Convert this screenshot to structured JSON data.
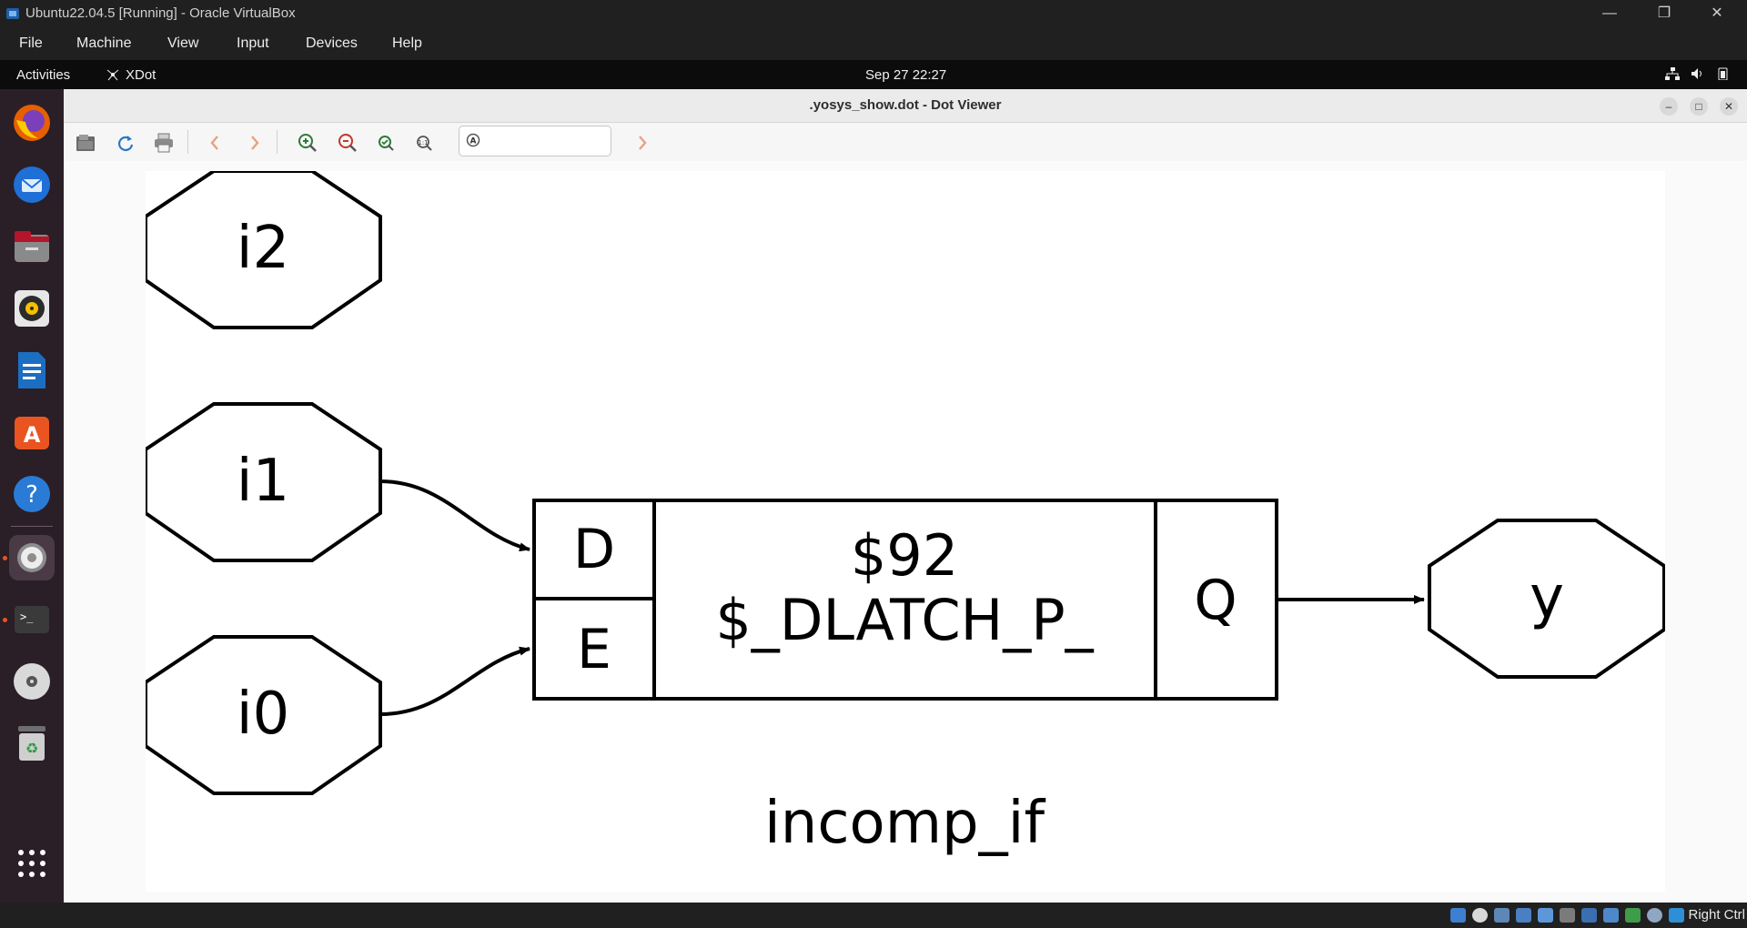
{
  "vbox": {
    "title": "Ubuntu22.04.5 [Running] - Oracle VirtualBox",
    "menu": [
      "File",
      "Machine",
      "View",
      "Input",
      "Devices",
      "Help"
    ],
    "host_key": "Right Ctrl"
  },
  "topbar": {
    "activities": "Activities",
    "app_name": "XDot",
    "clock": "Sep 27  22:27"
  },
  "dock": {
    "apps": [
      "firefox-icon",
      "thunderbird-icon",
      "files-icon",
      "rhythmbox-icon",
      "writer-icon",
      "app-center-icon",
      "help-icon",
      "settings-icon",
      "terminal-icon",
      "dvd-icon",
      "trash-icon"
    ]
  },
  "window": {
    "title": ".yosys_show.dot - Dot Viewer"
  },
  "search": {
    "placeholder": ""
  },
  "graph": {
    "nodes": {
      "i2": "i2",
      "i1": "i1",
      "i0": "i0",
      "y": "y"
    },
    "cell": {
      "id": "$92",
      "type": "$_DLATCH_P_",
      "port_d": "D",
      "port_e": "E",
      "port_q": "Q"
    },
    "module_label": "incomp_if"
  }
}
